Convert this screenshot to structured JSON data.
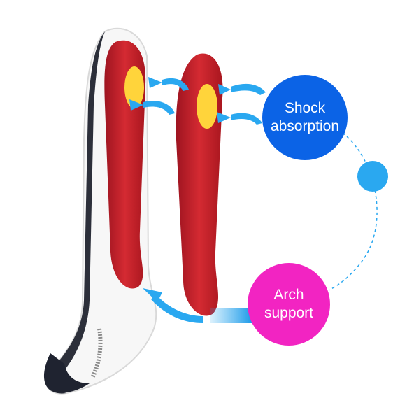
{
  "product": {
    "callouts": {
      "shock_absorption": {
        "line1": "Shock",
        "line2": "absorption"
      },
      "arch_support": {
        "line1": "Arch",
        "line2": "support"
      }
    }
  },
  "colors": {
    "insole_red": "#c8202a",
    "cushion_yellow": "#ffd43b",
    "arrow_blue": "#2aa8f0",
    "shock_badge": "#0b63e6",
    "arch_badge": "#f224c2",
    "connector_dot": "#2aa8f0"
  },
  "icons": [
    "arrow-icon",
    "connector-dot-icon"
  ]
}
